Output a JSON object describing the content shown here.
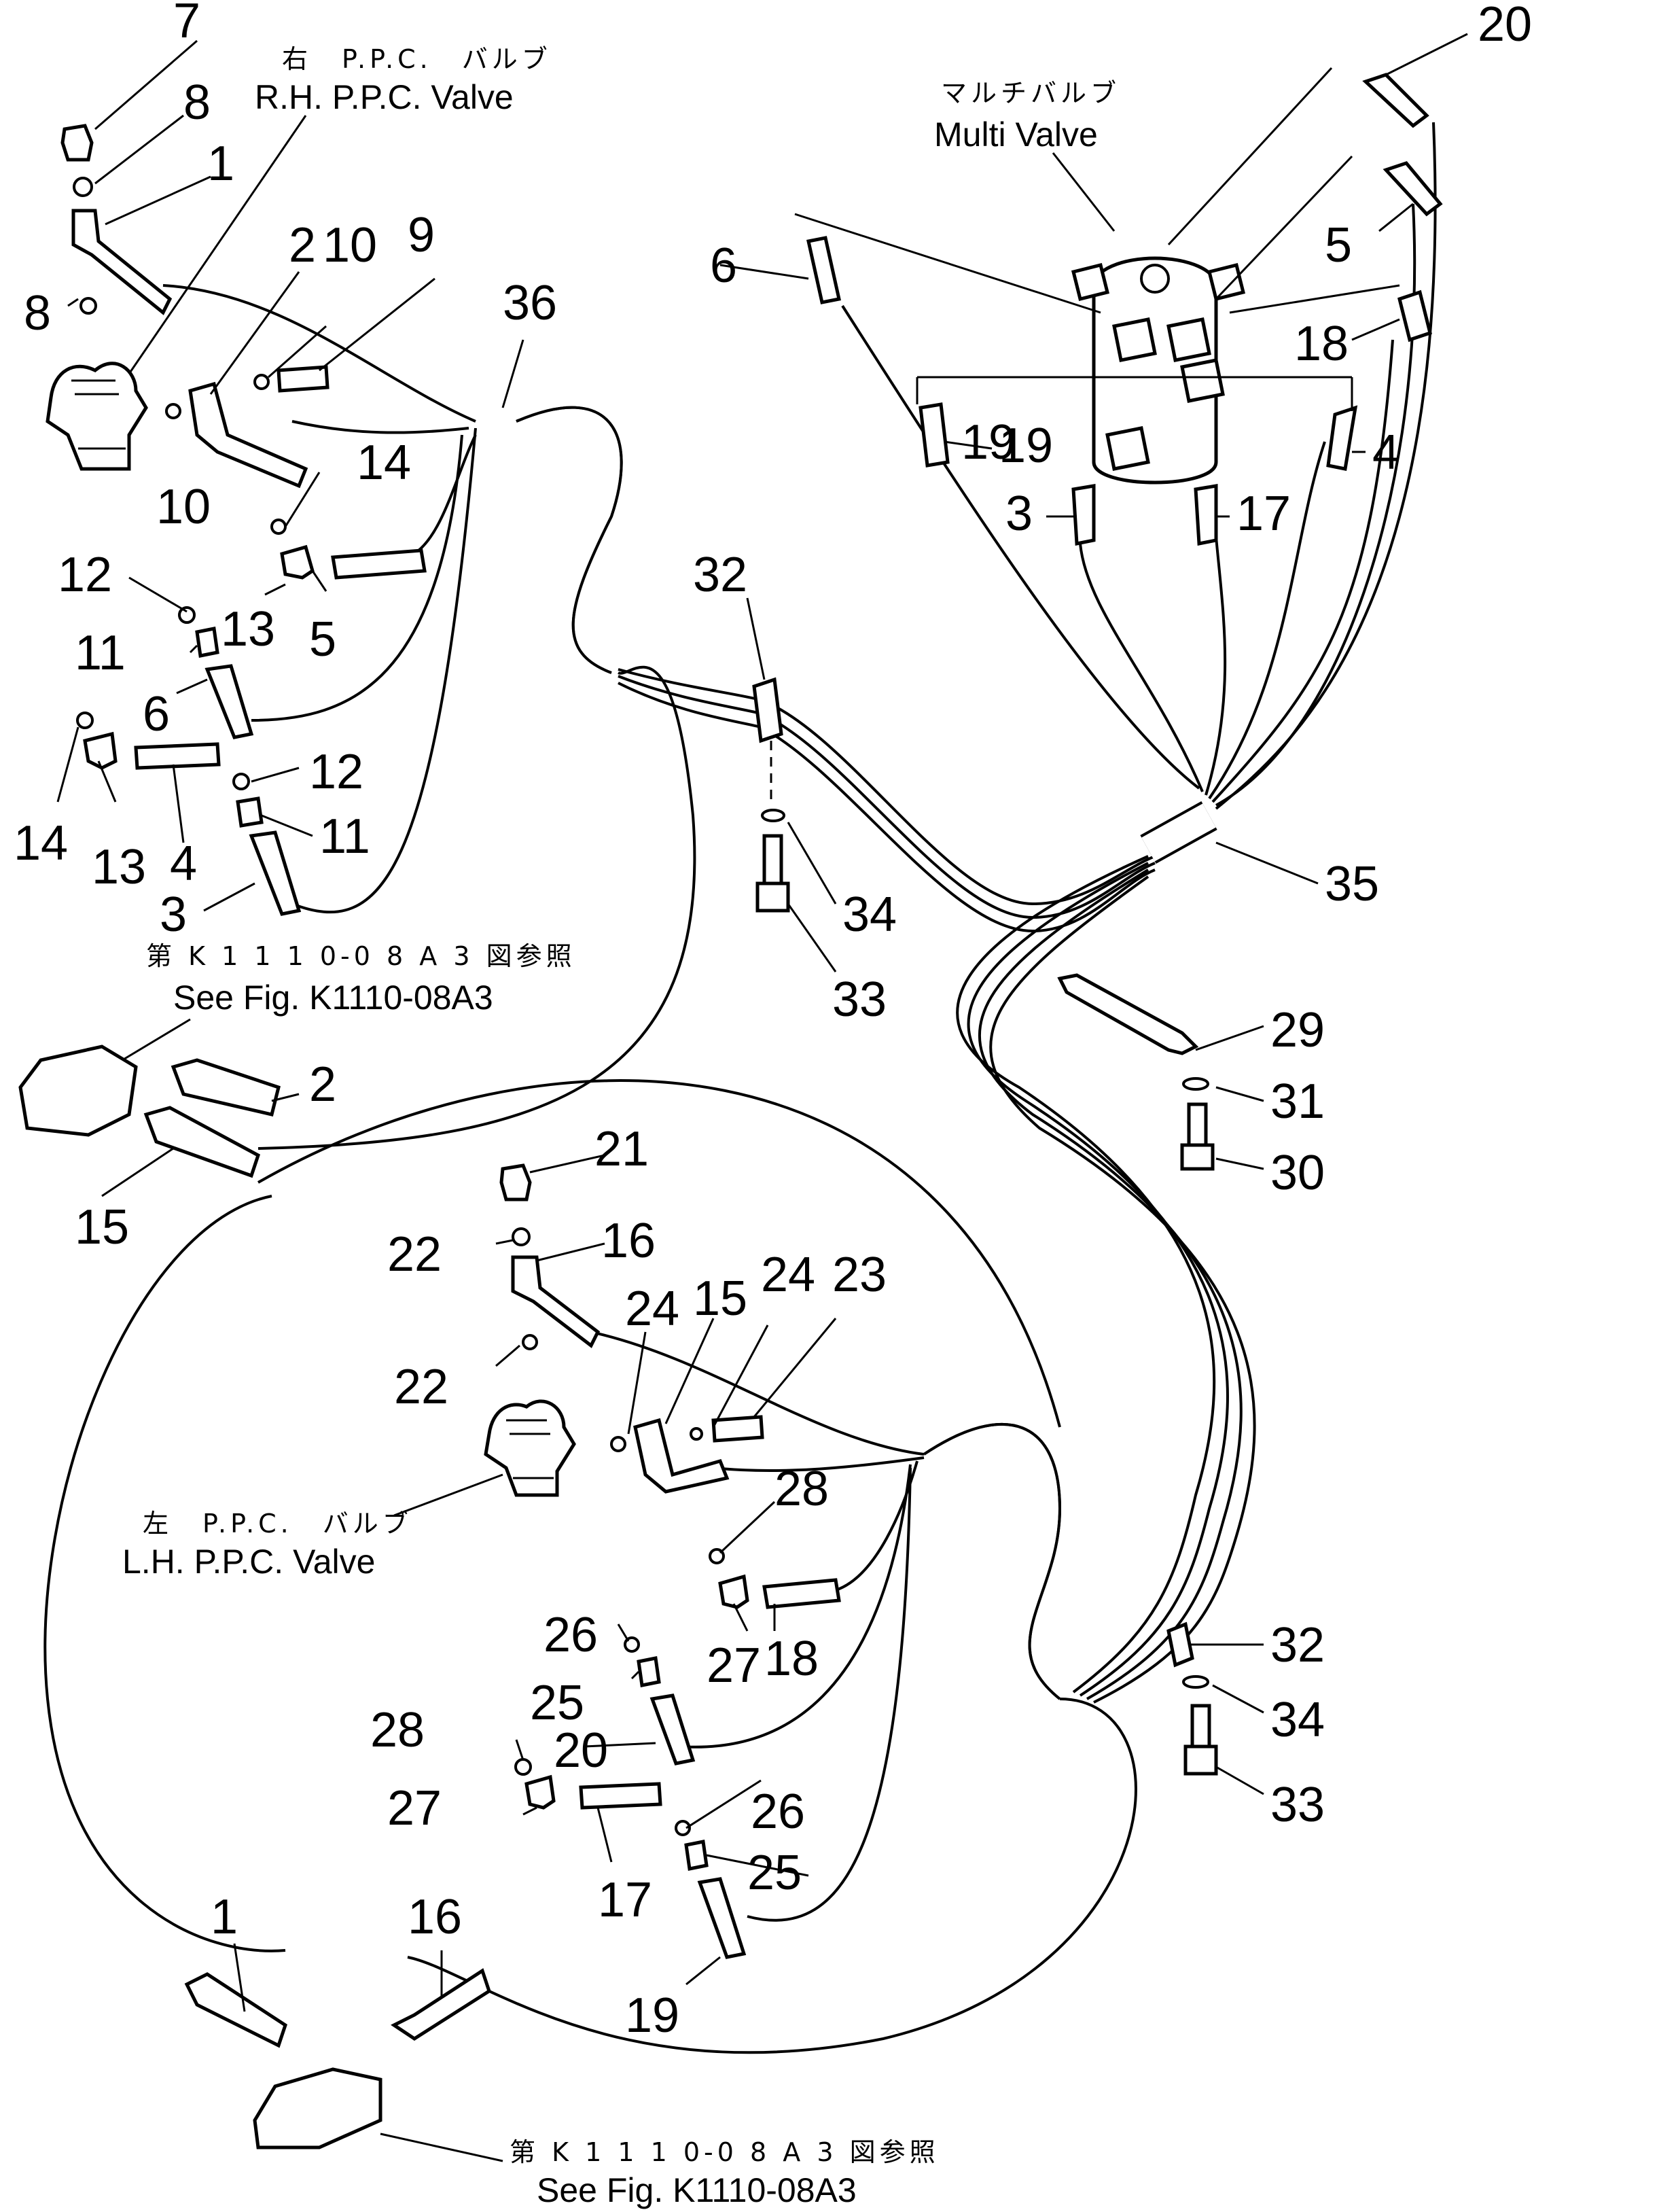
{
  "captions": {
    "rh_valve_jp": "右　P.P.C.　バルブ",
    "rh_valve_en": "R.H. P.P.C. Valve",
    "multi_valve_jp": "マルチバルブ",
    "multi_valve_en": "Multi Valve",
    "lh_valve_jp": "左　P.P.C.　バルブ",
    "lh_valve_en": "L.H. P.P.C. Valve",
    "ref_top_jp": "第 K 1 1 1 0-0 8 A 3 図参照",
    "ref_top_en": "See Fig. K1110-08A3",
    "ref_bottom_jp": "第 K 1 1 1 0-0 8 A 3 図参照",
    "ref_bottom_en": "See Fig. K1110-08A3"
  },
  "callouts": [
    {
      "n": "7"
    },
    {
      "n": "8"
    },
    {
      "n": "1"
    },
    {
      "n": "8"
    },
    {
      "n": "2"
    },
    {
      "n": "10"
    },
    {
      "n": "9"
    },
    {
      "n": "36"
    },
    {
      "n": "10"
    },
    {
      "n": "14"
    },
    {
      "n": "12"
    },
    {
      "n": "13"
    },
    {
      "n": "5"
    },
    {
      "n": "11"
    },
    {
      "n": "6"
    },
    {
      "n": "12"
    },
    {
      "n": "11"
    },
    {
      "n": "14"
    },
    {
      "n": "13"
    },
    {
      "n": "4"
    },
    {
      "n": "3"
    },
    {
      "n": "20"
    },
    {
      "n": "6"
    },
    {
      "n": "5"
    },
    {
      "n": "18"
    },
    {
      "n": "19"
    },
    {
      "n": "4"
    },
    {
      "n": "3"
    },
    {
      "n": "17"
    },
    {
      "n": "32"
    },
    {
      "n": "35"
    },
    {
      "n": "34"
    },
    {
      "n": "33"
    },
    {
      "n": "29"
    },
    {
      "n": "31"
    },
    {
      "n": "30"
    },
    {
      "n": "2"
    },
    {
      "n": "15"
    },
    {
      "n": "21"
    },
    {
      "n": "22"
    },
    {
      "n": "16"
    },
    {
      "n": "24"
    },
    {
      "n": "15"
    },
    {
      "n": "24"
    },
    {
      "n": "23"
    },
    {
      "n": "22"
    },
    {
      "n": "28"
    },
    {
      "n": "26"
    },
    {
      "n": "27"
    },
    {
      "n": "18"
    },
    {
      "n": "25"
    },
    {
      "n": "28"
    },
    {
      "n": "20"
    },
    {
      "n": "26"
    },
    {
      "n": "27"
    },
    {
      "n": "25"
    },
    {
      "n": "17"
    },
    {
      "n": "19"
    },
    {
      "n": "32"
    },
    {
      "n": "34"
    },
    {
      "n": "33"
    },
    {
      "n": "1"
    },
    {
      "n": "16"
    },
    {
      "n": "19"
    }
  ]
}
